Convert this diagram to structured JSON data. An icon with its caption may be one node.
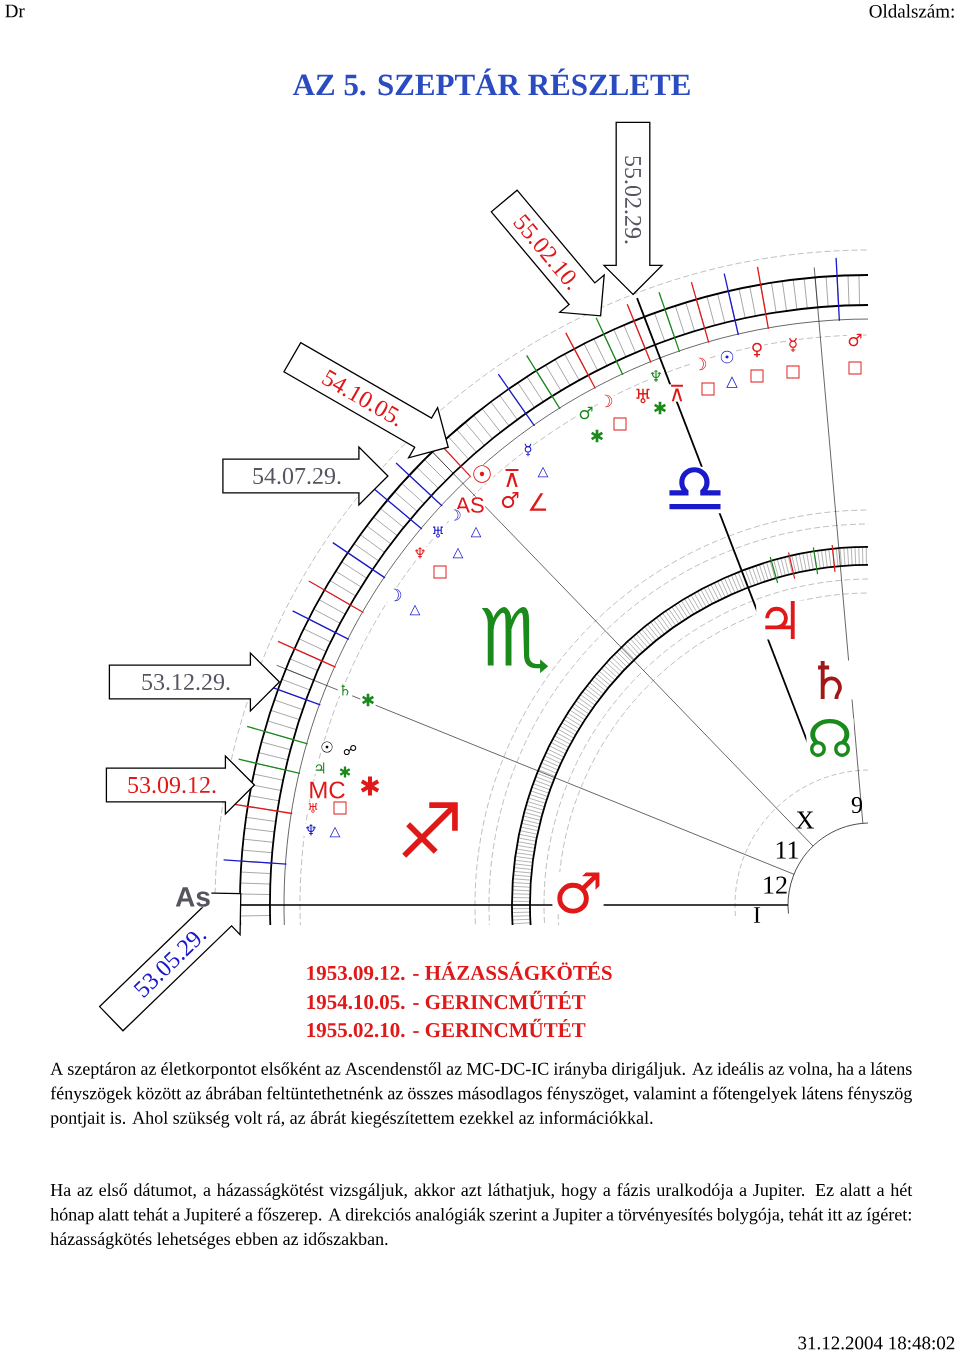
{
  "diagram": {
    "title": "AZ 5. SZEPTÁR RÉSZLETE",
    "nodes": [
      {
        "text": [
          "55.02.29."
        ]
      },
      {
        "text": [
          "55.02.10."
        ]
      },
      {
        "text": [
          "54.10.05."
        ]
      },
      {
        "text": [
          "54.07.29."
        ]
      },
      {
        "text": [
          "53.12.29."
        ]
      },
      {
        "text": [
          "53.09.12."
        ]
      },
      {
        "text": [
          "53.05.29."
        ]
      }
    ],
    "labels": [
      "Dr",
      "Oldalszám:",
      "♂",
      "□",
      "☿",
      "□",
      "♀",
      "□",
      "☉",
      "△",
      "☽",
      "□",
      "♆",
      "♅",
      "⊼",
      "✱",
      "☽",
      "□",
      "♂",
      "✱",
      "☿",
      "△",
      "☉",
      "⊼",
      "AS",
      "♂",
      "∠",
      "☽",
      "♅",
      "△",
      "♆",
      "△",
      "□",
      "☽",
      "△",
      "♎",
      "♏",
      "♃",
      "♄",
      "♄",
      "✱",
      "☊",
      "☉",
      "☍",
      "♃",
      "✱",
      "MC",
      "✱",
      "♅",
      "□",
      "X",
      "9",
      "♆",
      "△",
      "♐",
      "11",
      "12",
      "As",
      "♂",
      "I",
      "1953.09.12. - HÁZASSÁGKÖTÉS",
      "1954.10.05. - GERINCMŰTÉT",
      "1955.02.10. - GERINCMŰTÉT",
      "A szeptáron az életkorpontot elsőként az Ascendenstől az MC-DC-IC irányba dirigáljuk. Az ideális az volna, ha a látens fényszögek között az ábrában feltüntethetnénk az összes másodlagos fényszöget, valamint a főtengelyek látens fényszög pontjait is. Ahol szükség volt rá, az ábrát kiegészítettem ezekkel az információkkal.",
      "Ha az első dátumot, a házasságkötést vizsgáljuk, akkor azt láthatjuk, hogy a fázis uralkodója a Jupiter. Ez alatt a hét hónap alatt tehát a Jupiteré a főszerep. A direkciós analógiák szerint a Jupiter a törvényesítés bolygója, tehát itt az ígéret: házasságkötés lehetséges ebben az időszakban.",
      "31.12.2004 18:48:02"
    ]
  }
}
